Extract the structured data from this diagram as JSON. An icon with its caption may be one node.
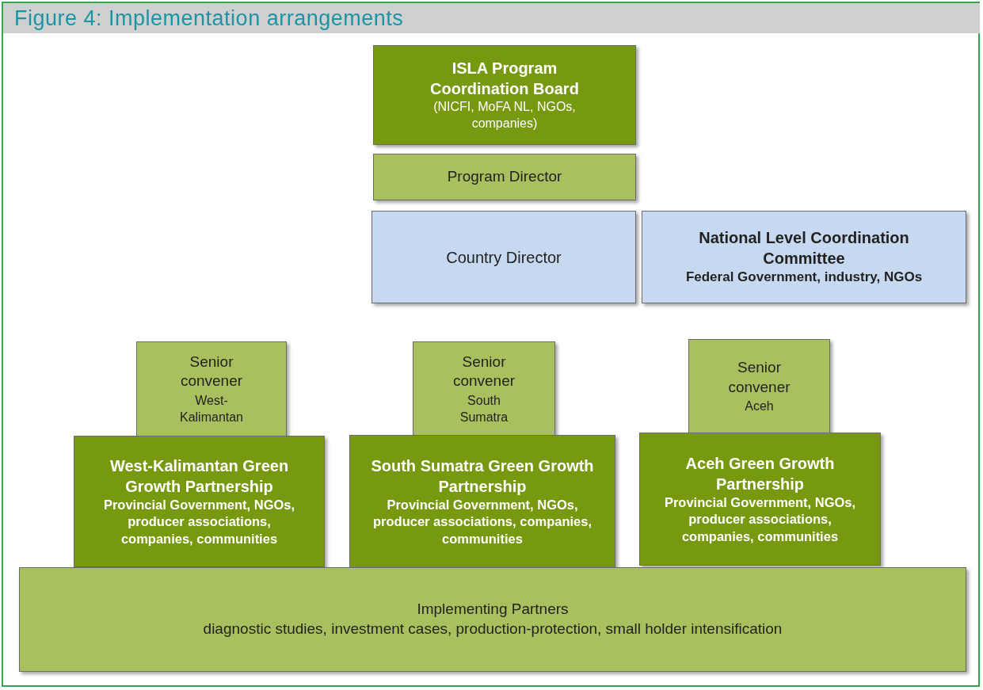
{
  "diagram": {
    "title": "Figure 4: Implementation arrangements",
    "nodes": [
      {
        "text": [
          "ISLA Program Coordination Board",
          "(NICFI, MoFA NL, NGOs, companies)"
        ]
      },
      {
        "text": [
          "Program Director"
        ]
      },
      {
        "text": [
          "Country Director"
        ]
      },
      {
        "text": [
          "National Level Coordination Committee",
          "Federal Government, industry, NGOs"
        ]
      },
      {
        "text": [
          "Senior convener",
          "West-Kalimantan"
        ]
      },
      {
        "text": [
          "Senior convener",
          "South Sumatra"
        ]
      },
      {
        "text": [
          "Senior convener",
          "Aceh"
        ]
      },
      {
        "text": [
          "West-Kalimantan Green Growth Partnership",
          "Provincial Government, NGOs, producer associations, companies, communities"
        ]
      },
      {
        "text": [
          "South Sumatra Green Growth Partnership",
          "Provincial Government, NGOs, producer associations, companies, communities"
        ]
      },
      {
        "text": [
          "Aceh Green Growth Partnership",
          "Provincial Government, NGOs, producer associations, companies, communities"
        ]
      },
      {
        "text": [
          "Implementing Partners",
          "diagnostic studies, investment cases, production-protection, small holder intensification"
        ]
      }
    ]
  }
}
